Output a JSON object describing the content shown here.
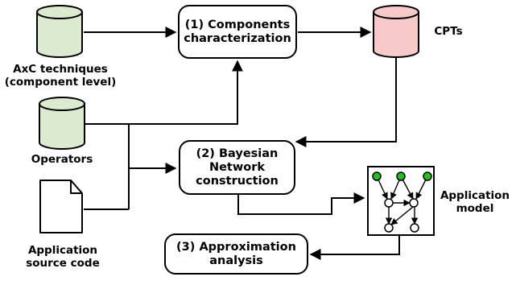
{
  "nodes": {
    "axc_techniques": {
      "line1": "AxC techniques",
      "line2": "(component level)"
    },
    "operators": {
      "label": "Operators"
    },
    "app_source": {
      "line1": "Application",
      "line2": "source code"
    },
    "components_characterization": {
      "line1": "(1) Components",
      "line2": "characterization"
    },
    "cpts": {
      "label": "CPTs"
    },
    "bn_construction": {
      "line1": "(2) Bayesian",
      "line2": "Network",
      "line3": "construction"
    },
    "app_model": {
      "line1": "Application",
      "line2": "model"
    },
    "approx_analysis": {
      "line1": "(3) Approximation",
      "line2": "analysis"
    }
  },
  "colors": {
    "input_db": "#dcebcf",
    "output_db": "#f7c9c9",
    "graph_root": "#22c21e",
    "stroke": "#000000"
  }
}
